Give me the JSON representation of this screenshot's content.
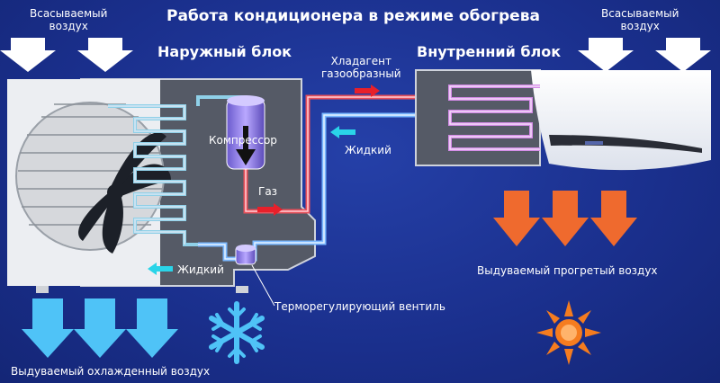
{
  "title": "Работа кондиционера в режиме обогрева",
  "outdoor_unit": {
    "label": "Наружный блок",
    "intake_label": "Всасываемый\nвоздух",
    "exhaust_label": "Выдуваемый охлажденный воздух",
    "compressor_label": "Компрессор",
    "gas_label": "Газ",
    "liquid_label": "Жидкий"
  },
  "indoor_unit": {
    "label": "Внутренний блок",
    "intake_label": "Всасываемый\nвоздух",
    "exhaust_label": "Выдуваемый прогретый воздух",
    "liquid_label": "Жидкий"
  },
  "refrigerant_label": "Хладагент\nгазообразный",
  "valve_label": "Терморегулирующий вентиль",
  "colors": {
    "background": "#1a2f8c",
    "hot_pipe": "#e8505a",
    "cold_pipe": "#7ab8ff",
    "coil_outdoor": "#8fd0e8",
    "coil_indoor": "#d28ae6",
    "intake_arrow": "#ffffff",
    "cold_air_arrow": "#4fc3f7",
    "warm_air_arrow": "#ef6a2e",
    "snowflake": "#4fc3f7",
    "sun": "#f57c1f"
  },
  "icons": [
    "snowflake-icon",
    "sun-icon",
    "fan-icon"
  ]
}
